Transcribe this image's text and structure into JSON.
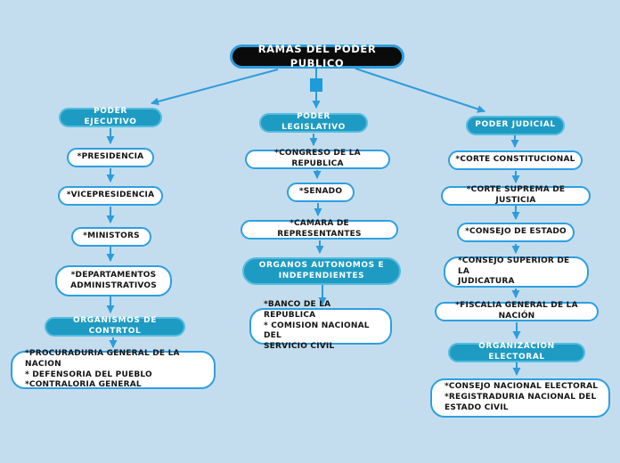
{
  "canvas": {
    "background_color": "#C3DDEE",
    "connector_color": "#2E9BDC",
    "branch_pill_color": "#1E9BC2",
    "root_color": "#0B0B0B"
  },
  "root": {
    "label": "RAMAS DEL PODER PUBLICO"
  },
  "branches": [
    {
      "label": "PODER EJECUTIVO",
      "nodes": [
        {
          "label": "*PRESIDENCIA"
        },
        {
          "label": "*VICEPRESIDENCIA"
        },
        {
          "label": "*MINISTORS"
        },
        {
          "label": [
            "*DEPARTAMENTOS",
            "ADMINISTRATIVOS"
          ]
        },
        {
          "label": "ORGANISMOS DE CONTRTOL"
        },
        {
          "label": [
            "*PROCURADURIA GENERAL DE LA NACION",
            "* DEFENSORIA DEL PUEBLO",
            "*CONTRALORIA GENERAL"
          ]
        }
      ]
    },
    {
      "label": "PODER LEGISLATIVO",
      "nodes": [
        {
          "label": "*CONGRESO DE LA REPUBLICA"
        },
        {
          "label": "*SENADO"
        },
        {
          "label": "*CAMARA DE REPRESENTANTES"
        },
        {
          "label": [
            "ORGANOS AUTONOMOS E",
            "INDEPENDIENTES"
          ]
        },
        {
          "label": [
            "*BANCO DE LA REPUBLICA",
            "* COMISION NACIONAL DEL",
            "SERVICIO CIVIL"
          ]
        }
      ]
    },
    {
      "label": "PODER JUDICIAL",
      "nodes": [
        {
          "label": "*CORTE CONSTITUCIONAL"
        },
        {
          "label": "*CORTE SUPREMA DE JUSTICIA"
        },
        {
          "label": "*CONSEJO DE ESTADO"
        },
        {
          "label": [
            "*CONSEJO SUPERIOR DE LA",
            "JUDICATURA"
          ]
        },
        {
          "label": "*FISCALIA GENERAL DE LA NACIÓN"
        },
        {
          "label": "ORGANIZACION ELECTORAL"
        },
        {
          "label": [
            "*CONSEJO NACIONAL ELECTORAL",
            "*REGISTRADURIA NACIONAL DEL",
            "ESTADO CIVIL"
          ]
        }
      ]
    }
  ]
}
